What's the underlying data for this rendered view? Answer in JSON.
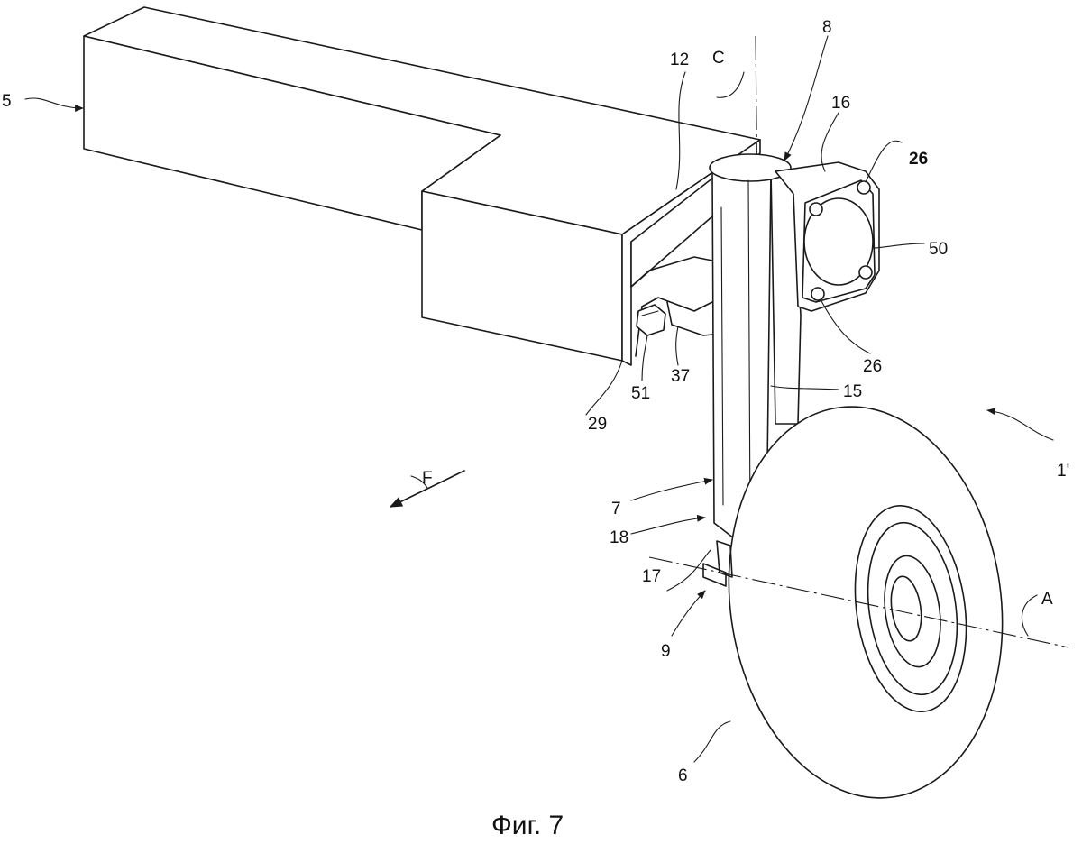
{
  "figure": {
    "caption": "Фиг. 7",
    "labels": {
      "l5": "5",
      "l12": "12",
      "lC": "C",
      "l8": "8",
      "l16": "16",
      "l26a": "26",
      "l50": "50",
      "l26b": "26",
      "l15": "15",
      "l37": "37",
      "l51": "51",
      "l29": "29",
      "l1": "1'",
      "lF": "F",
      "l7": "7",
      "l18": "18",
      "l17": "17",
      "l9": "9",
      "lA": "A",
      "l6": "6"
    }
  }
}
